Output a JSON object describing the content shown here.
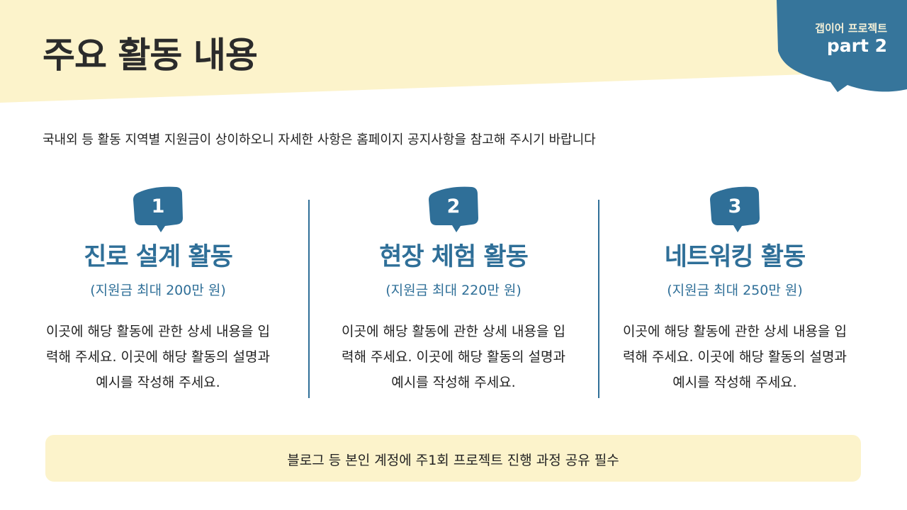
{
  "colors": {
    "header_band": "#fcf3cb",
    "accent_blue": "#2f6f98",
    "tag_blue": "#36759b",
    "footer_bg": "#fcf3cb"
  },
  "header": {
    "title": "주요 활동 내용"
  },
  "corner_tag": {
    "label": "갭이어 프로젝트",
    "part": "part 2"
  },
  "subtitle": "국내외 등 활동 지역별 지원금이 상이하오니 자세한 사항은 홈페이지 공지사항을 참고해 주시기 바랍니다",
  "activities": [
    {
      "number": "1",
      "title": "진로 설계 활동",
      "amount": "(지원금 최대 200만 원)",
      "description": "이곳에 해당 활동에 관한 상세 내용을 입력해 주세요. 이곳에 해당 활동의 설명과 예시를 작성해 주세요."
    },
    {
      "number": "2",
      "title": "현장 체험 활동",
      "amount": "(지원금 최대 220만 원)",
      "description": "이곳에 해당 활동에 관한 상세 내용을 입력해 주세요. 이곳에 해당 활동의 설명과 예시를 작성해 주세요."
    },
    {
      "number": "3",
      "title": "네트워킹 활동",
      "amount": "(지원금 최대 250만 원)",
      "description": "이곳에 해당 활동에 관한 상세 내용을 입력해 주세요. 이곳에 해당 활동의 설명과 예시를 작성해 주세요."
    }
  ],
  "footer": {
    "note": "블로그 등 본인 계정에 주1회 프로젝트 진행 과정 공유 필수"
  }
}
